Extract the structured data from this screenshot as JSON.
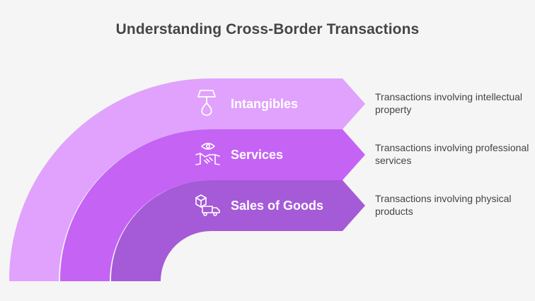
{
  "title": "Understanding Cross-Border Transactions",
  "colors": {
    "band_1": "#e0a2fc",
    "band_2": "#c563f5",
    "band_3": "#a55ad7",
    "background": "#f5f5f5",
    "text_dark": "#454545",
    "text_light": "#ffffff"
  },
  "items": [
    {
      "label": "Intangibles",
      "icon": "lamp-icon",
      "description": "Transactions involving intellectual property"
    },
    {
      "label": "Services",
      "icon": "handshake-eye-icon",
      "description": "Transactions involving professional services"
    },
    {
      "label": "Sales of Goods",
      "icon": "delivery-truck-icon",
      "description": "Transactions involving physical products"
    }
  ]
}
